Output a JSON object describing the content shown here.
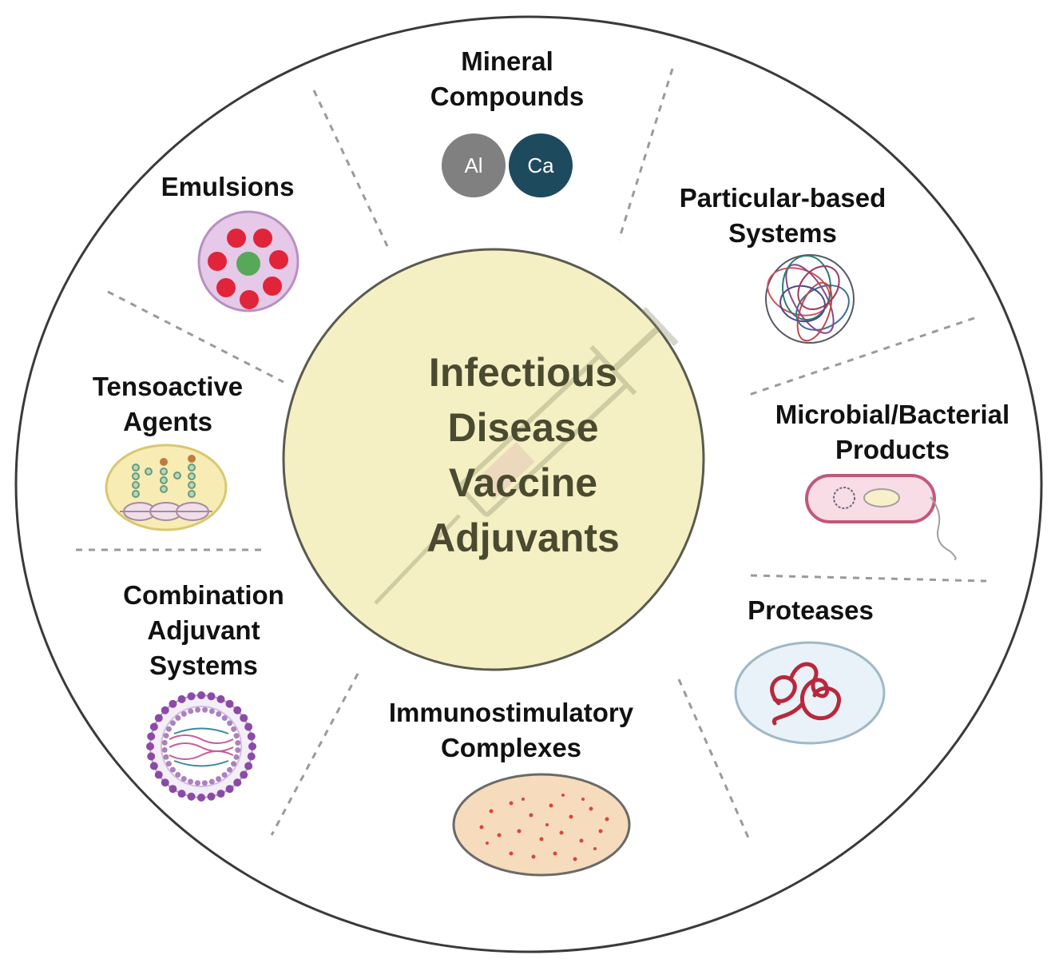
{
  "center": {
    "lines": [
      "Infectious",
      "Disease",
      "Vaccine",
      "Adjuvants"
    ]
  },
  "categories": {
    "mineral": {
      "lines": [
        "Mineral",
        "Compounds"
      ],
      "elements": [
        "Al",
        "Ca"
      ]
    },
    "particular": {
      "lines": [
        "Particular-based",
        "Systems"
      ]
    },
    "microbial": {
      "lines": [
        "Microbial/Bacterial",
        "Products"
      ]
    },
    "proteases": {
      "lines": [
        "Proteases"
      ]
    },
    "immuno": {
      "lines": [
        "Immunostimulatory",
        "Complexes"
      ]
    },
    "combination": {
      "lines": [
        "Combination",
        "Adjuvant",
        "Systems"
      ]
    },
    "tensoactive": {
      "lines": [
        "Tensoactive",
        "Agents"
      ]
    },
    "emulsions": {
      "lines": [
        "Emulsions"
      ]
    }
  },
  "colors": {
    "outer_ring": "#3a3a3a",
    "center_fill": "#f4f0c4",
    "center_stroke": "#5a5a50",
    "aluminum": "#808080",
    "calcium": "#1e4a5e",
    "emulsion_red": "#e0253a",
    "emulsion_green": "#58a85a",
    "emulsion_bg": "#e6c8e8",
    "tensoactive_bg": "#f6ecb4",
    "bacteria_fill": "#f8dce6",
    "bacteria_stroke": "#c25878",
    "protease_bg": "#e8f2f8",
    "protease_coil": "#b8283c",
    "iscom_bg": "#f6dcbc",
    "iscom_dots": "#d8473c",
    "liposome_head": "#8c4aa8",
    "divider": "#9a9a9a"
  }
}
